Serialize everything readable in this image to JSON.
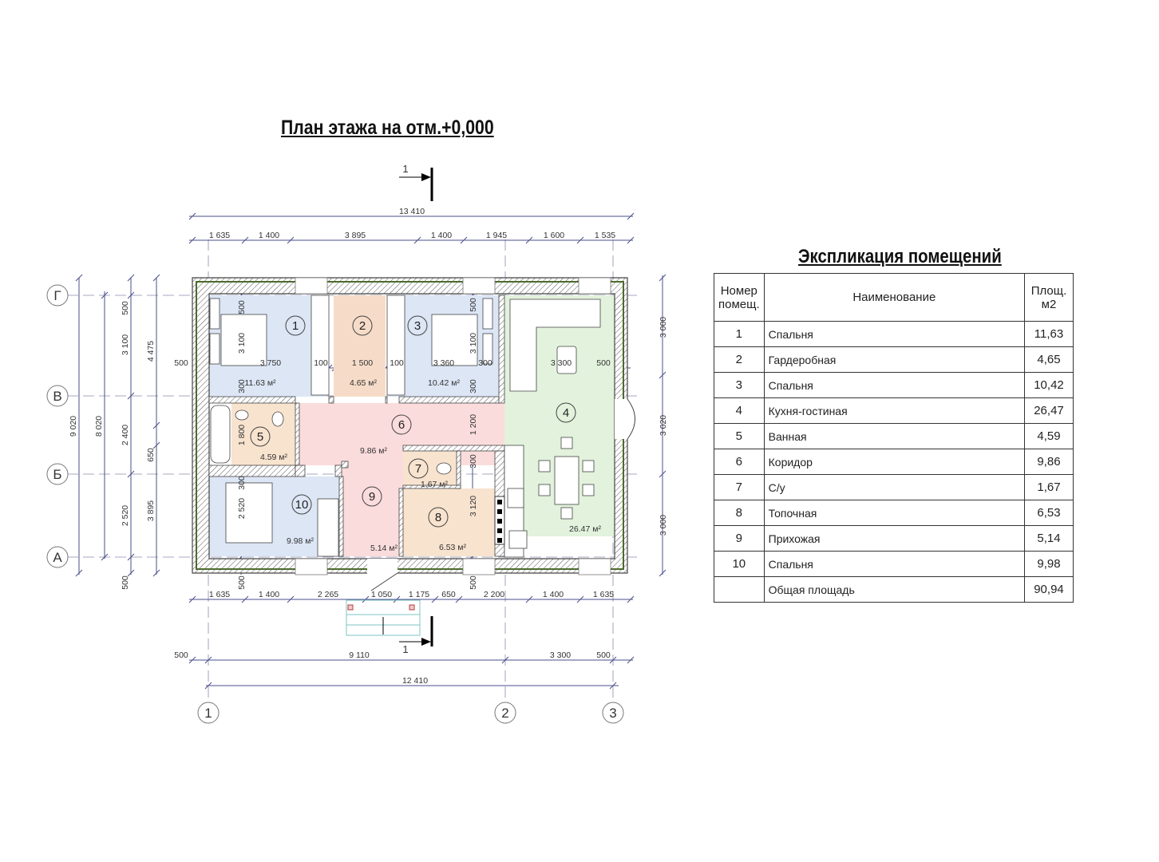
{
  "plan_title": "План этажа на отм.+0,000",
  "section_label": "1",
  "axes": {
    "letters": [
      "Г",
      "В",
      "Б",
      "А"
    ],
    "numbers": [
      "1",
      "2",
      "3"
    ]
  },
  "dims": {
    "top_total": "13 410",
    "top_chain": [
      "1 635",
      "1 400",
      "3 895",
      "1 400",
      "1 945",
      "1 600",
      "1 535"
    ],
    "bottom_chain": [
      "1 635",
      "1 400",
      "2 265",
      "1 050",
      "1 175",
      "650",
      "2 200",
      "1 400",
      "1 635"
    ],
    "bottom_axes": [
      "500",
      "9 110",
      "3 300",
      "500"
    ],
    "bottom_total": "12 410",
    "left_total_outer": "9 020",
    "left_total_axes": "8 020",
    "left_axes_chain": [
      "500",
      "3 100",
      "2 400",
      "2 520",
      "500"
    ],
    "left_openings_chain": [
      "4 475",
      "650",
      "3 895"
    ],
    "right_chain": [
      "3 000",
      "3 020",
      "3 000"
    ],
    "inner_horizontal": [
      "500",
      "3 750",
      "100",
      "1 500",
      "100",
      "3 360",
      "300",
      "3 300",
      "500"
    ],
    "inner_vertical_left": [
      "500",
      "3 100",
      "300",
      "1 800",
      "300",
      "2 520",
      "500"
    ],
    "inner_vertical_right": [
      "500",
      "3 100",
      "300",
      "1 200",
      "300",
      "3 120",
      "500"
    ]
  },
  "rooms": [
    {
      "number": "1",
      "area": "11.63 м²"
    },
    {
      "number": "2",
      "area": "4.65 м²"
    },
    {
      "number": "3",
      "area": "10.42 м²"
    },
    {
      "number": "4",
      "area": "26.47 м²"
    },
    {
      "number": "5",
      "area": "4.59 м²"
    },
    {
      "number": "6",
      "area": "9.86 м²"
    },
    {
      "number": "7",
      "area": "1.67 м²"
    },
    {
      "number": "8",
      "area": "6.53 м²"
    },
    {
      "number": "9",
      "area": "5.14 м²"
    },
    {
      "number": "10",
      "area": "9.98 м²"
    }
  ],
  "colors": {
    "bedroom": "#dce6f5",
    "wardrobe": "#f6dcc8",
    "living": "#e2f2dc",
    "corridor": "#fbdcdc",
    "wet": "#f8e3cf",
    "dimension": "#4a4f8a"
  },
  "explication": {
    "title": "Экспликация помещений",
    "headers": {
      "number": "Номер помещ.",
      "name": "Наименование",
      "area": "Площ. м2"
    },
    "rows": [
      {
        "number": "1",
        "name": "Спальня",
        "area": "11,63"
      },
      {
        "number": "2",
        "name": "Гардеробная",
        "area": "4,65"
      },
      {
        "number": "3",
        "name": "Спальня",
        "area": "10,42"
      },
      {
        "number": "4",
        "name": "Кухня-гостиная",
        "area": "26,47"
      },
      {
        "number": "5",
        "name": "Ванная",
        "area": "4,59"
      },
      {
        "number": "6",
        "name": "Коридор",
        "area": "9,86"
      },
      {
        "number": "7",
        "name": "С/у",
        "area": "1,67"
      },
      {
        "number": "8",
        "name": "Топочная",
        "area": "6,53"
      },
      {
        "number": "9",
        "name": "Прихожая",
        "area": "5,14"
      },
      {
        "number": "10",
        "name": "Спальня",
        "area": "9,98"
      }
    ],
    "total": {
      "name": "Общая площадь",
      "area": "90,94"
    }
  }
}
